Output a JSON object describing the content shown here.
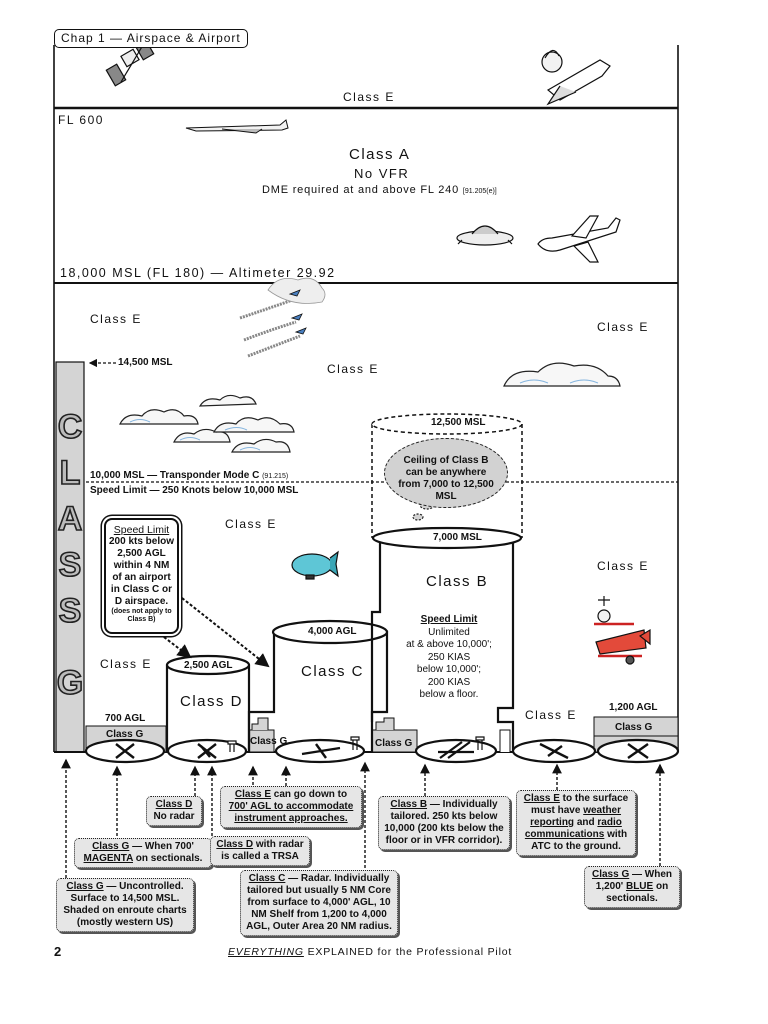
{
  "header": {
    "chapter": "Chap 1 — Airspace & Airport"
  },
  "bands": {
    "top_class": "Class E",
    "fl600": "FL 600",
    "classA_title": "Class A",
    "classA_vfr": "No VFR",
    "classA_dme": "DME required at and above FL 240",
    "classA_dme_ref": "[91.205(e)]",
    "fl180": "18,000 MSL (FL 180) — Altimeter 29.92",
    "mid_class_left": "Class E",
    "mid_class_right": "Class E",
    "mid_class_center": "Class E",
    "msl14500": "14,500 MSL",
    "msl12500": "12,500 MSL",
    "msl10000": "10,000 MSL — Transponder Mode C",
    "msl10000_ref": "(91.215)",
    "speed_limit_line": "Speed Limit — 250 Knots below 10,000 MSL",
    "low_class_left_top": "Class E",
    "low_class_left": "Class E",
    "low_class_right": "Class E",
    "low_class_b_right": "Class E"
  },
  "class_g_vertical": [
    "C",
    "L",
    "A",
    "S",
    "S",
    "G"
  ],
  "cloud_b": {
    "lines": [
      "Ceiling of Class B",
      "can be anywhere",
      "from 7,000 to 12,500",
      "MSL"
    ]
  },
  "speed_box": {
    "title": "Speed Limit",
    "lines": [
      "200 kts below",
      "2,500 AGL",
      "within 4 NM",
      "of an airport",
      "in Class C or",
      "D airspace."
    ],
    "note": "(does not apply to Class B)"
  },
  "airspaces": {
    "b_title": "Class B",
    "b_7000": "7,000 MSL",
    "b_speed_title": "Speed Limit",
    "b_speed_lines": [
      "Unlimited",
      "at & above 10,000';",
      "250 KIAS",
      "below 10,000';",
      "200 KIAS",
      "below a floor."
    ],
    "c_title": "Class C",
    "c_alt": "4,000 AGL",
    "d_title": "Class D",
    "d_alt": "2,500 AGL",
    "g700_alt": "700 AGL",
    "g1200_alt": "1,200 AGL",
    "class_g": "Class G"
  },
  "notes": {
    "d_noradar": {
      "u": "Class D",
      "rest": "No radar"
    },
    "e_700": {
      "u": "Class E",
      "mid": " can go down to ",
      "u2": "700' AGL to accommodate instrument approaches."
    },
    "g_700": {
      "u": "Class G",
      "rest": " — When 700' ",
      "u2": "MAGENTA",
      "rest2": " on sectionals."
    },
    "d_radar": {
      "u": "Class D",
      "rest": " with radar is called a TRSA"
    },
    "g_uncontrolled": {
      "u": "Class G",
      "rest": " — Uncontrolled. Surface to 14,500 MSL. Shaded on enroute charts (mostly western US)"
    },
    "c_radar": {
      "u": "Class C",
      "rest": " — Radar.  Individually tailored but usually 5 NM Core from surface to 4,000' AGL, 10 NM Shelf from 1,200 to 4,000 AGL, Outer Area 20 NM radius."
    },
    "b_tailored": {
      "u": "Class B",
      "rest": " — Individually tailored.  250 kts below 10,000 (200 kts below the floor or in VFR corridor)."
    },
    "e_surface": {
      "u": "Class E",
      "mid": " to the surface must have ",
      "u2": "weather reporting",
      "mid2": " and ",
      "u3": "radio communications",
      "rest": " with ATC to the ground."
    },
    "g_1200": {
      "u": "Class G",
      "rest": " — When 1,200' ",
      "u2": "BLUE",
      "rest2": " on sectionals."
    }
  },
  "footer": {
    "page": "2",
    "everything": "EVERYTHING",
    "rest": " EXPLAINED for the Professional Pilot"
  },
  "icons": [
    "satellite-icon",
    "space-shuttle-icon",
    "concorde-icon",
    "ufo-icon",
    "airliner-icon",
    "fighter-jets-icon",
    "blimp-icon",
    "biplane-icon",
    "airport-tower-icon",
    "cloud-icon"
  ]
}
